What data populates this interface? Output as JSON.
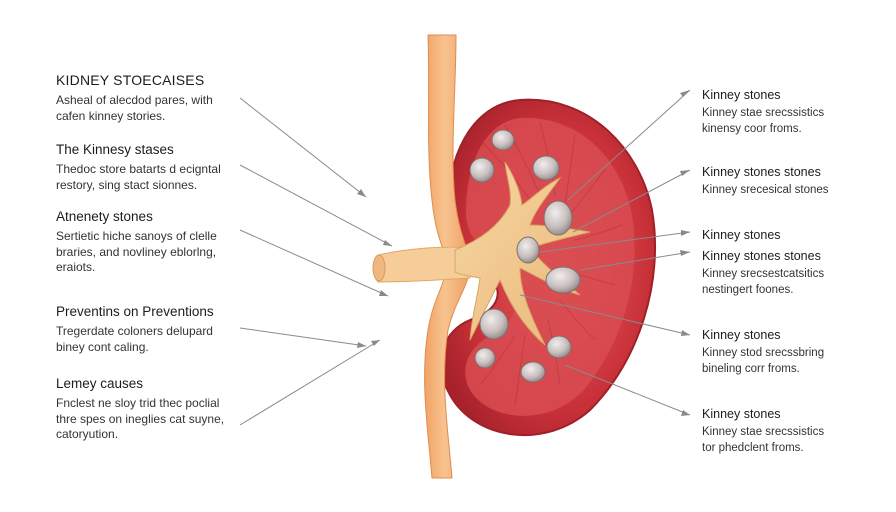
{
  "left_labels": [
    {
      "title": "KIDNEY STOECAISES",
      "desc_lines": [
        "Asheal of alecdod pares, with",
        "cafen kinney stories."
      ]
    },
    {
      "title": "The Kinnesy stases",
      "desc_lines": [
        "Thedoc store batarts d ecigntal",
        "restory, sing stact sionnes."
      ]
    },
    {
      "title": "Atnenety stones",
      "desc_lines": [
        "Sertietic hiche sanoys of clelle",
        "braries, and novliney eblorlng,",
        "eraiots."
      ]
    },
    {
      "title": "Preventins on Preventions",
      "desc_lines": [
        "Tregerdate coloners delupard",
        "biney cont caling."
      ]
    },
    {
      "title": "Lemey causes",
      "desc_lines": [
        "Fnclest ne sloy trid thec poclial",
        "thre spes on ineglies cat suyne,",
        "catoryution."
      ]
    }
  ],
  "right_labels": [
    {
      "title": "Kinney stones",
      "desc_lines": [
        "Kinney stae srecssistics",
        "kinensy coor froms."
      ]
    },
    {
      "title": "Kinney stones stones",
      "desc_lines": [
        "Kinney srecesical stones"
      ]
    },
    {
      "title": "Kinney stones",
      "desc_lines": []
    },
    {
      "title": "Kinney stones stones",
      "desc_lines": [
        "Kinney srecsestcatsitics",
        "nestingert foones."
      ]
    },
    {
      "title": "Kinney stones",
      "desc_lines": [
        "Kinney stod srecssbring",
        "bineling corr froms."
      ]
    },
    {
      "title": "Kinney stones",
      "desc_lines": [
        "Kinney stae srecssistics",
        "tor phedclent froms."
      ]
    }
  ],
  "colors": {
    "cortex": "#c9323a",
    "medulla": "#d94c4f",
    "pelvis": "#f0c488",
    "ureter": "#f4b27e",
    "stone": "#b9aeae",
    "leader_line": "#8a8a8a"
  },
  "icons": [
    "kidney-illustration",
    "kidney-stone"
  ]
}
